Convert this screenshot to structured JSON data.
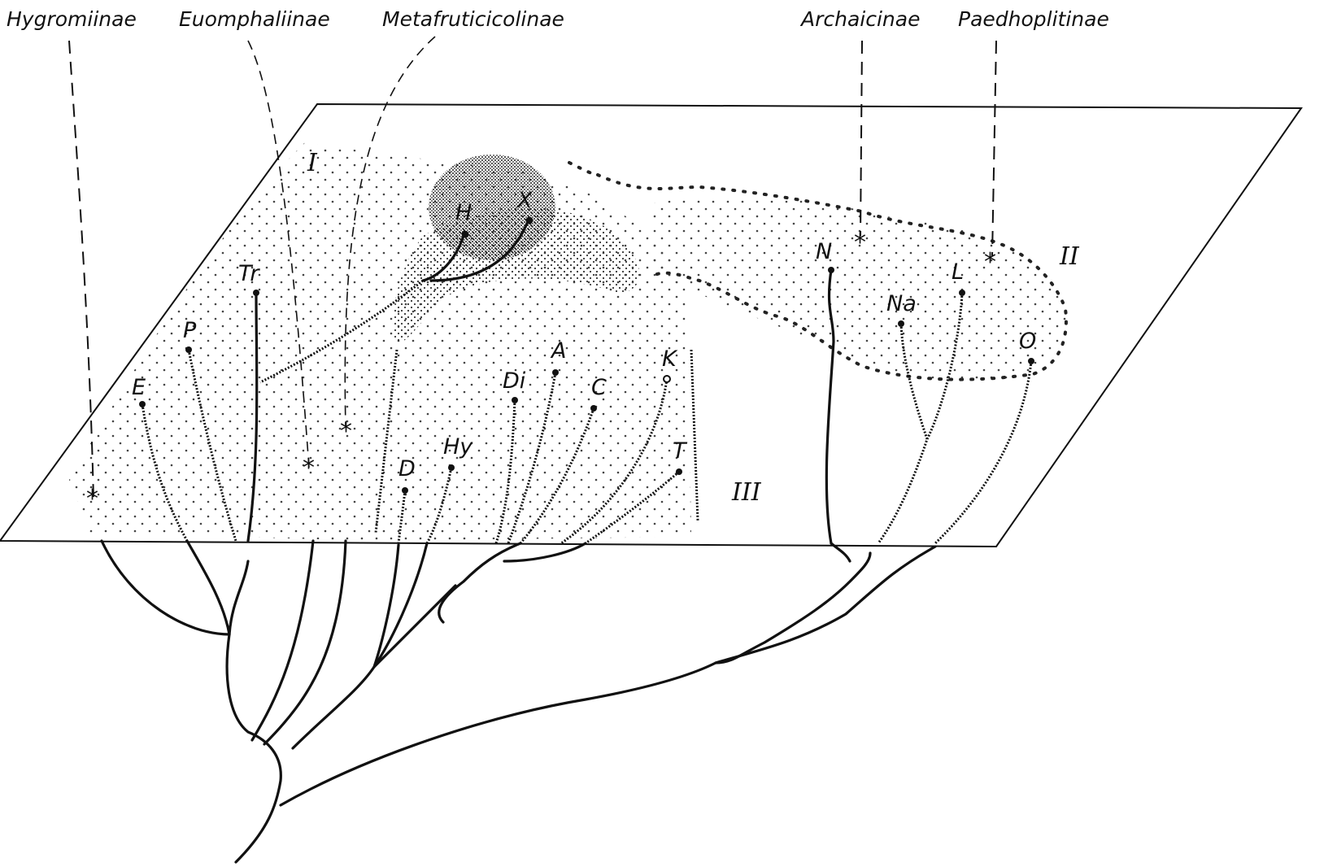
{
  "subfamilies": [
    {
      "key": "hyg",
      "label": "Hygromiinae"
    },
    {
      "key": "euo",
      "label": "Euomphaliinae"
    },
    {
      "key": "met",
      "label": "Metafruticicolinae"
    },
    {
      "key": "arc",
      "label": "Archaicinae"
    },
    {
      "key": "pae",
      "label": "Paedhoplitinae"
    }
  ],
  "taxa": {
    "H": "H",
    "X": "X",
    "Tr": "Tr",
    "P": "P",
    "E": "E",
    "A": "A",
    "Di": "Di",
    "C": "C",
    "K": "K",
    "Hy": "Hy",
    "D": "D",
    "T": "T",
    "N": "N",
    "Na": "Na",
    "L": "L",
    "O": "O"
  },
  "regions": {
    "I": "I",
    "II": "II",
    "III": "III"
  },
  "colors": {
    "ink": "#111111",
    "paper": "#ffffff"
  }
}
